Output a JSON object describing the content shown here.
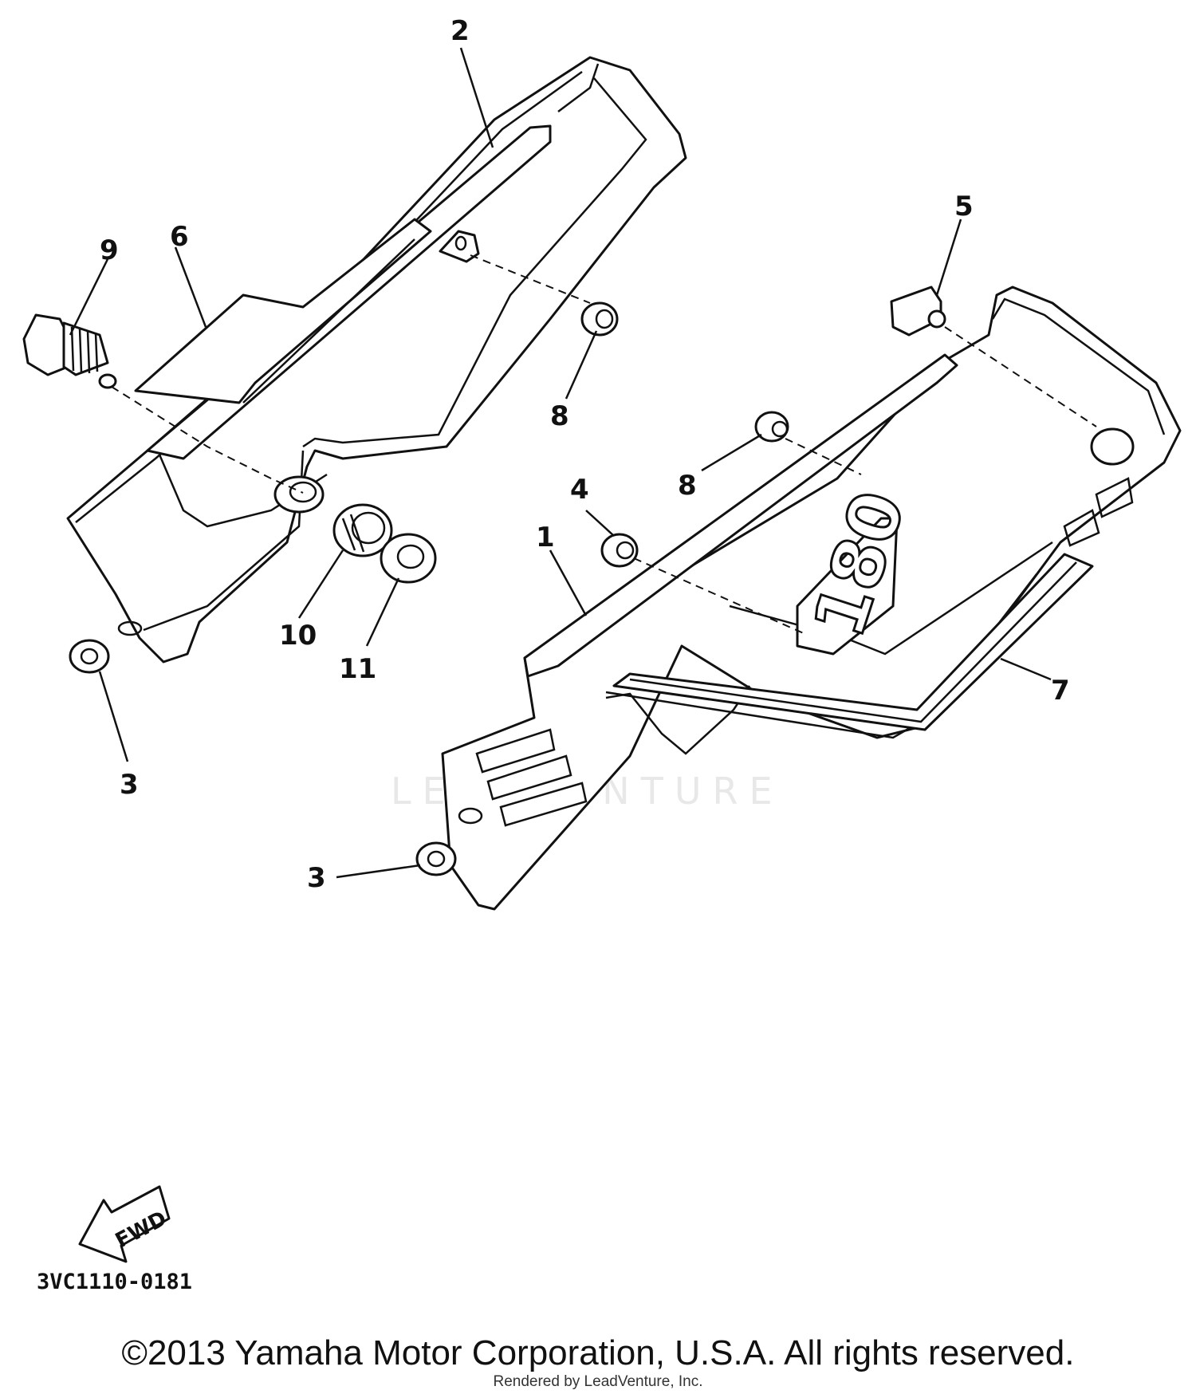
{
  "diagram": {
    "figure_code": "3VC1110-0181",
    "watermark": "LEADVENTURE",
    "fwd_label": "FWD",
    "decal_text": "180",
    "callouts": [
      "1",
      "2",
      "3",
      "3",
      "4",
      "5",
      "6",
      "7",
      "8",
      "8",
      "9",
      "10",
      "11"
    ]
  },
  "footer": {
    "copyright": "©2013 Yamaha Motor Corporation, U.S.A. All rights reserved.",
    "rendered_by": "Rendered by LeadVenture, Inc."
  }
}
